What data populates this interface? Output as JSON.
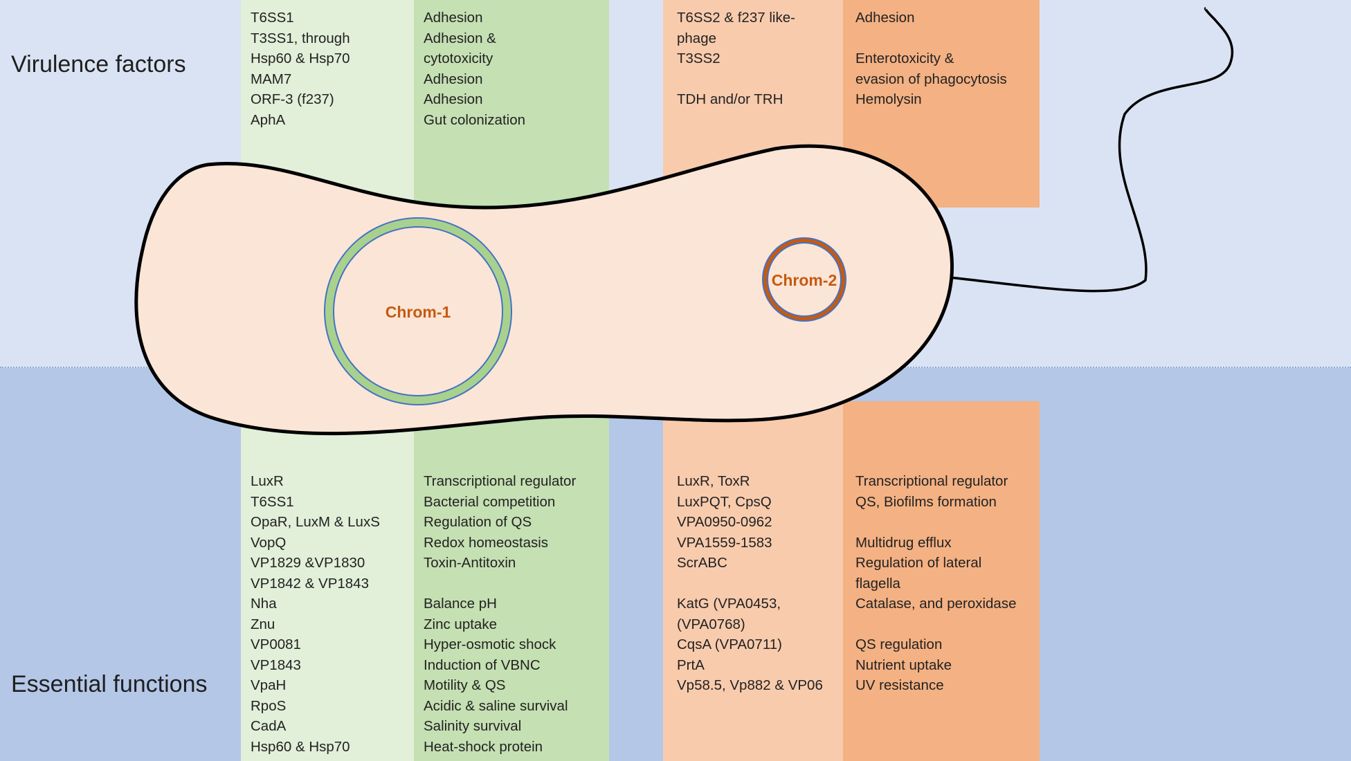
{
  "sections": {
    "virulence_label": "Virulence factors",
    "essential_label": "Essential functions"
  },
  "chromosomes": {
    "chrom1": "Chrom-1",
    "chrom2": "Chrom-2"
  },
  "virulence": {
    "chrom1_genes": [
      "T6SS1",
      "T3SS1, through",
      "Hsp60 & Hsp70",
      "MAM7",
      "ORF-3 (f237)",
      "AphA"
    ],
    "chrom1_functions": [
      "Adhesion",
      "Adhesion &",
      "cytotoxicity",
      "Adhesion",
      "Adhesion",
      "Gut colonization"
    ],
    "chrom2_genes": [
      "T6SS2 & f237 like-",
      "phage",
      "T3SS2",
      "",
      "TDH and/or TRH"
    ],
    "chrom2_functions": [
      "Adhesion",
      "",
      "Enterotoxicity &",
      "evasion of phagocytosis",
      "Hemolysin"
    ]
  },
  "essential": {
    "chrom1_genes": [
      "LuxR",
      "T6SS1",
      "OpaR, LuxM & LuxS",
      "VopQ",
      "VP1829 &VP1830",
      "VP1842 & VP1843",
      "Nha",
      "Znu",
      "VP0081",
      "VP1843",
      "VpaH",
      "RpoS",
      "CadA",
      "Hsp60 & Hsp70"
    ],
    "chrom1_functions": [
      "Transcriptional regulator",
      "Bacterial competition",
      "Regulation of QS",
      "Redox homeostasis",
      "Toxin-Antitoxin",
      "",
      "Balance pH",
      "Zinc uptake",
      "Hyper-osmotic shock",
      "Induction of VBNC",
      "Motility & QS",
      "Acidic & saline survival",
      "Salinity survival",
      "Heat-shock protein"
    ],
    "chrom2_genes": [
      "LuxR, ToxR",
      "LuxPQT, CpsQ",
      "VPA0950-0962",
      "VPA1559-1583",
      "ScrABC",
      "",
      "KatG (VPA0453,",
      "(VPA0768)",
      "CqsA (VPA0711)",
      "PrtA",
      "Vp58.5, Vp882 & VP06"
    ],
    "chrom2_functions": [
      "Transcriptional regulator",
      "QS, Biofilms formation",
      "",
      "Multidrug efflux",
      "Regulation of lateral",
      "flagella",
      "Catalase, and peroxidase",
      "",
      "QS regulation",
      "Nutrient uptake",
      "UV resistance"
    ]
  },
  "colors": {
    "top_band": "#dae3f3",
    "bottom_band": "#b4c7e7",
    "chrom1_light": "#e2efd9",
    "chrom1_dark": "#c5e0b3",
    "chrom2_light": "#f8cbad",
    "chrom2_dark": "#f4b183",
    "cell_fill": "#fbe5d6",
    "chrom1_ring": "#a9d18e",
    "chrom2_ring": "#c55a11",
    "chrom_label": "#c55a11"
  }
}
